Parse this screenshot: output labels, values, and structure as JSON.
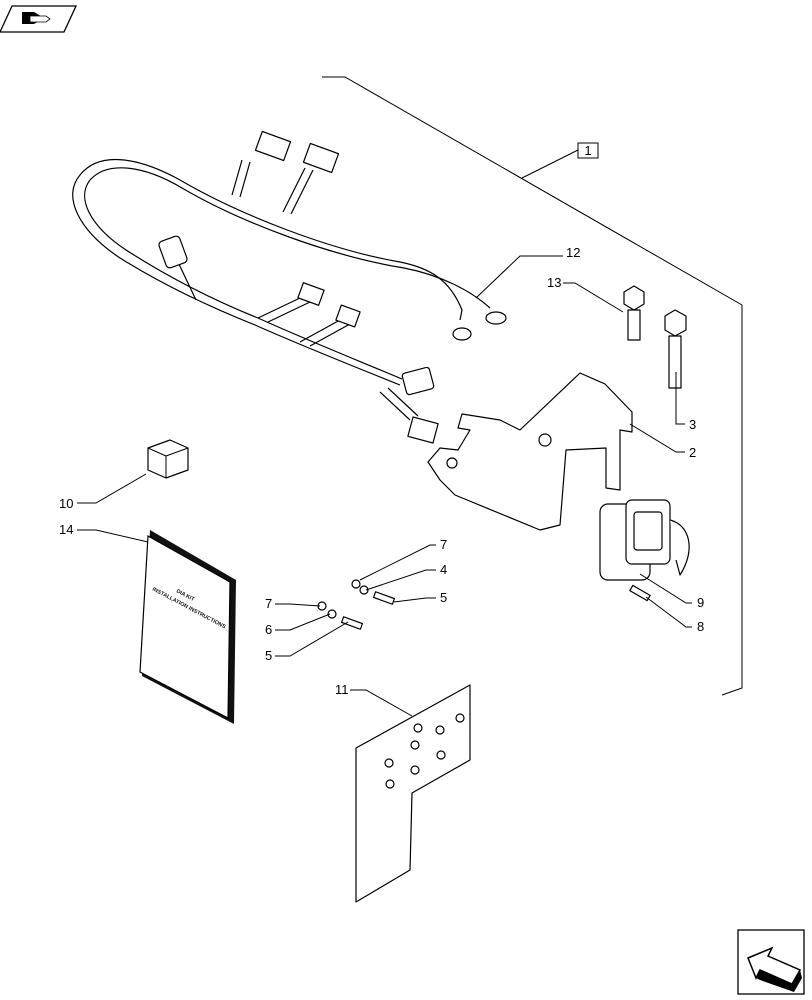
{
  "diagram": {
    "nav_prev_icon": "arrow-back-icon",
    "nav_next_icon": "arrow-next-icon",
    "group_callout": "1",
    "callouts": [
      {
        "id": "c12",
        "label": "12"
      },
      {
        "id": "c13",
        "label": "13"
      },
      {
        "id": "c3",
        "label": "3"
      },
      {
        "id": "c2",
        "label": "2"
      },
      {
        "id": "c10",
        "label": "10"
      },
      {
        "id": "c14",
        "label": "14"
      },
      {
        "id": "c7a",
        "label": "7"
      },
      {
        "id": "c4",
        "label": "4"
      },
      {
        "id": "c5a",
        "label": "5"
      },
      {
        "id": "c7b",
        "label": "7"
      },
      {
        "id": "c6",
        "label": "6"
      },
      {
        "id": "c5b",
        "label": "5"
      },
      {
        "id": "c9",
        "label": "9"
      },
      {
        "id": "c8",
        "label": "8"
      },
      {
        "id": "c11",
        "label": "11"
      }
    ],
    "book_cover_lines": [
      "DIA KIT",
      "INSTALLATION INSTRUCTIONS"
    ]
  }
}
